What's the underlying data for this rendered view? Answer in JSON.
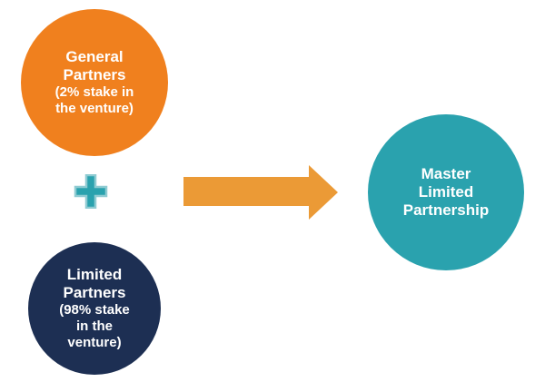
{
  "colors": {
    "background": "#FFFFFF",
    "orange_circle": "#F0801E",
    "navy_circle": "#1D2F53",
    "teal_circle": "#2AA2AE",
    "arrow": "#EB9A36",
    "plus_fill": "#2AA2AE",
    "plus_outline": "#8FCBD2",
    "text": "#FFFFFF"
  },
  "nodes": {
    "general_partners": {
      "main": [
        "General",
        "Partners"
      ],
      "sub": [
        "(2% stake in",
        "the venture)"
      ]
    },
    "limited_partners": {
      "main": [
        "Limited",
        "Partners"
      ],
      "sub": [
        "(98% stake",
        "in the",
        "venture)"
      ]
    },
    "master_limited_partnership": {
      "main": [
        "Master",
        "Limited",
        "Partnership"
      ]
    }
  }
}
